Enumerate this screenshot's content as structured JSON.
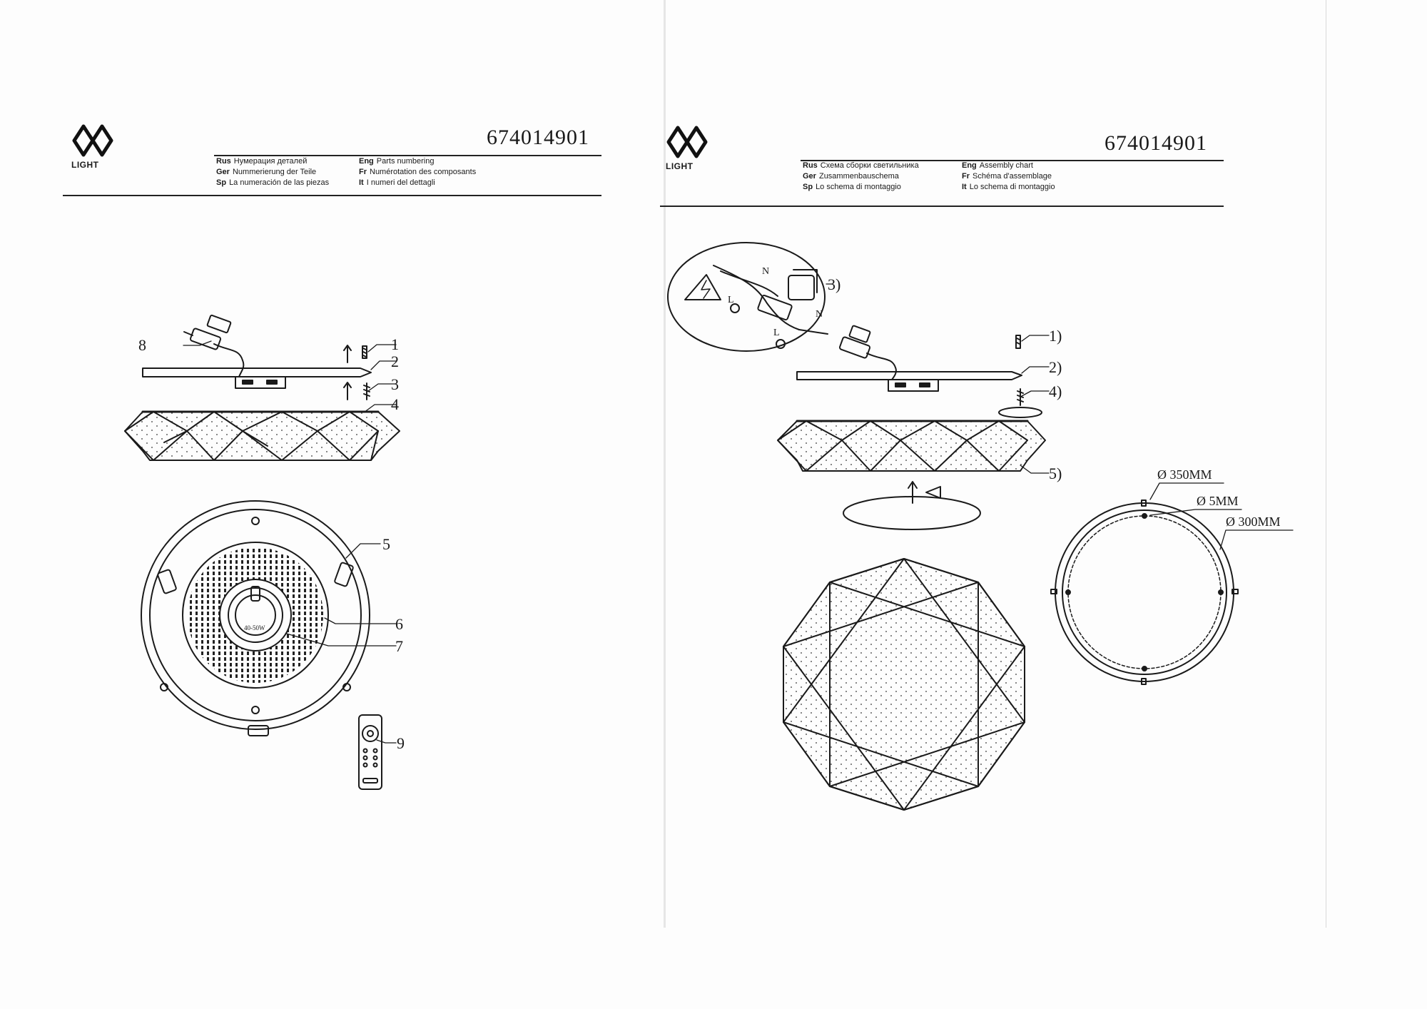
{
  "pages": [
    {
      "logo_text": "LIGHT",
      "doc_number": "674014901",
      "title_col1": [
        {
          "lang": "Rus",
          "text": "Нумерация деталей"
        },
        {
          "lang": "Ger",
          "text": "Nummerierung der Teile"
        },
        {
          "lang": "Sp",
          "text": "La numeración de las piezas"
        }
      ],
      "title_col2": [
        {
          "lang": "Eng",
          "text": "Parts numbering"
        },
        {
          "lang": "Fr",
          "text": "Numérotation des composants"
        },
        {
          "lang": "It",
          "text": "I numeri del dettagli"
        }
      ],
      "callouts": [
        "1",
        "2",
        "3",
        "4",
        "5",
        "6",
        "7",
        "8",
        "9"
      ],
      "wattage_label": "40-50W"
    },
    {
      "logo_text": "LIGHT",
      "doc_number": "674014901",
      "title_col1": [
        {
          "lang": "Rus",
          "text": "Схема сборки светильника"
        },
        {
          "lang": "Ger",
          "text": "Zusammenbauschema"
        },
        {
          "lang": "Sp",
          "text": "Lo schema di montaggio"
        }
      ],
      "title_col2": [
        {
          "lang": "Eng",
          "text": "Assembly chart"
        },
        {
          "lang": "Fr",
          "text": "Schéma d'assemblage"
        },
        {
          "lang": "It",
          "text": "Lo schema di montaggio"
        }
      ],
      "callouts": [
        "1)",
        "2)",
        "3)",
        "4)",
        "5)"
      ],
      "wiring_labels": [
        "N",
        "L",
        "N",
        "L"
      ],
      "dimensions": [
        "Ø 350MM",
        "Ø 5MM",
        "Ø 300MM"
      ]
    }
  ]
}
